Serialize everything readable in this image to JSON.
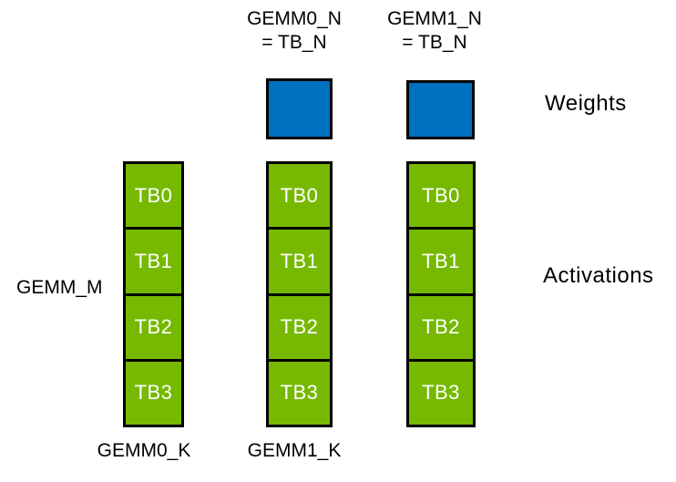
{
  "colors": {
    "background": "#ffffff",
    "activation_green": "#76b900",
    "weight_blue": "#0070c0",
    "outline_black": "#000000",
    "tb_label_white": "#ffffff"
  },
  "side_labels": {
    "gemm_m": "GEMM_M",
    "weights": "Weights",
    "activations": "Activations"
  },
  "columns": [
    {
      "header_line1": "",
      "header_line2": "",
      "has_weight_block": false,
      "tb_blocks": [
        "TB0",
        "TB1",
        "TB2",
        "TB3"
      ],
      "footer": "GEMM0_K"
    },
    {
      "header_line1": "GEMM0_N",
      "header_line2": "= TB_N",
      "has_weight_block": true,
      "tb_blocks": [
        "TB0",
        "TB1",
        "TB2",
        "TB3"
      ],
      "footer": "GEMM1_K"
    },
    {
      "header_line1": "GEMM1_N",
      "header_line2": "= TB_N",
      "has_weight_block": true,
      "tb_blocks": [
        "TB0",
        "TB1",
        "TB2",
        "TB3"
      ],
      "footer": ""
    }
  ]
}
